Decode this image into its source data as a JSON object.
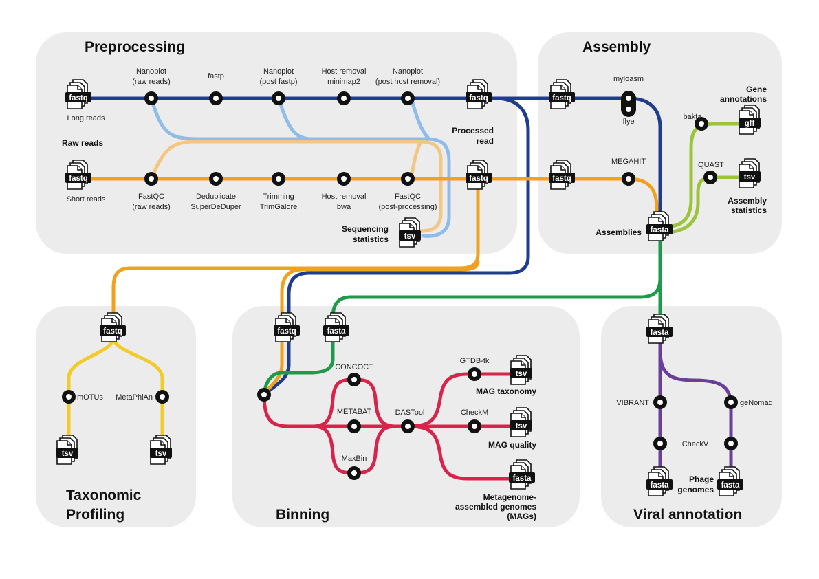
{
  "colors": {
    "long_reads": "#1f3c8f",
    "short_reads": "#f0a21e",
    "long_qc": "#8fbce8",
    "short_qc": "#f4c683",
    "contigs": "#1e9a4a",
    "binning": "#d8234a",
    "viral": "#6a3f9a",
    "annotation": "#9bc43a",
    "taxonomy": "#f2cb2b",
    "panel": "#ececec"
  },
  "sections": {
    "preprocessing": "Preprocessing",
    "assembly": "Assembly",
    "taxonomic_profiling_line1": "Taxonomic",
    "taxonomic_profiling_line2": "Profiling",
    "binning": "Binning",
    "viral_annotation": "Viral annotation"
  },
  "file_types": {
    "fastq": "fastq",
    "fasta": "fasta",
    "tsv": "tsv",
    "gff": "gff"
  },
  "preprocessing": {
    "long_reads": "Long reads",
    "short_reads": "Short reads",
    "raw_reads": "Raw reads",
    "processed_read_line1": "Processed",
    "processed_read_line2": "read",
    "sequencing_statistics_line1": "Sequencing",
    "sequencing_statistics_line2": "statistics",
    "long_steps": [
      {
        "line1": "Nanoplot",
        "line2": "(raw reads)"
      },
      {
        "line1": "fastp",
        "line2": ""
      },
      {
        "line1": "Nanoplot",
        "line2": "(post fastp)"
      },
      {
        "line1": "Host removal",
        "line2": "minimap2"
      },
      {
        "line1": "Nanoplot",
        "line2": "(post host removal)"
      }
    ],
    "short_steps": [
      {
        "line1": "FastQC",
        "line2": "(raw reads)"
      },
      {
        "line1": "Deduplicate",
        "line2": "SuperDeDuper"
      },
      {
        "line1": "Trimming",
        "line2": "TrimGalore"
      },
      {
        "line1": "Host removal",
        "line2": "bwa"
      },
      {
        "line1": "FastQC",
        "line2": "(post-processing)"
      }
    ]
  },
  "assembly": {
    "myloasm": "myloasm",
    "flye": "flye",
    "megahit": "MEGAHIT",
    "bakta": "bakta",
    "quast": "QUAST",
    "gene_annotations_line1": "Gene",
    "gene_annotations_line2": "annotations",
    "assembly_statistics_line1": "Assembly",
    "assembly_statistics_line2": "statistics",
    "assemblies": "Assemblies"
  },
  "taxonomic": {
    "motus": "mOTUs",
    "metaphlan": "MetaPhlAn"
  },
  "binning": {
    "concoct": "CONCOCT",
    "metabat": "METABAT",
    "maxbin": "MaxBin",
    "dastool": "DASTool",
    "gtdbtk": "GTDB-tk",
    "checkm": "CheckM",
    "mag_taxonomy": "MAG taxonomy",
    "mag_quality": "MAG quality",
    "mags_line1": "Metagenome-",
    "mags_line2": "assembled genomes",
    "mags_line3": "(MAGs)"
  },
  "viral": {
    "vibrant": "VIBRANT",
    "genomad": "geNomad",
    "checkv": "CheckV",
    "phage_genomes_line1": "Phage",
    "phage_genomes_line2": "genomes"
  }
}
